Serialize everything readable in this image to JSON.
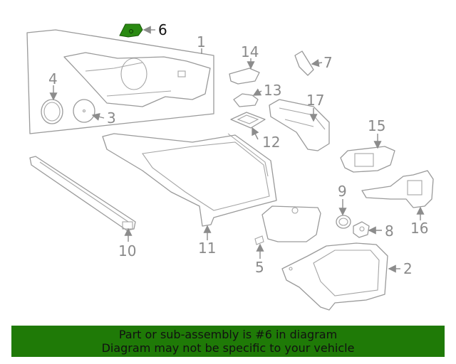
{
  "diagram": {
    "callouts": [
      "1",
      "2",
      "3",
      "4",
      "5",
      "6",
      "7",
      "8",
      "9",
      "10",
      "11",
      "12",
      "13",
      "14",
      "15",
      "16",
      "17"
    ],
    "highlighted_callout": "6",
    "highlight_color": "#2a8a12",
    "line_color": "#9a9a9a"
  },
  "banner": {
    "line1": "Part or sub-assembly is #6 in diagram",
    "line2": "Diagram may not be specific to your vehicle",
    "background": "#1f7a07"
  }
}
